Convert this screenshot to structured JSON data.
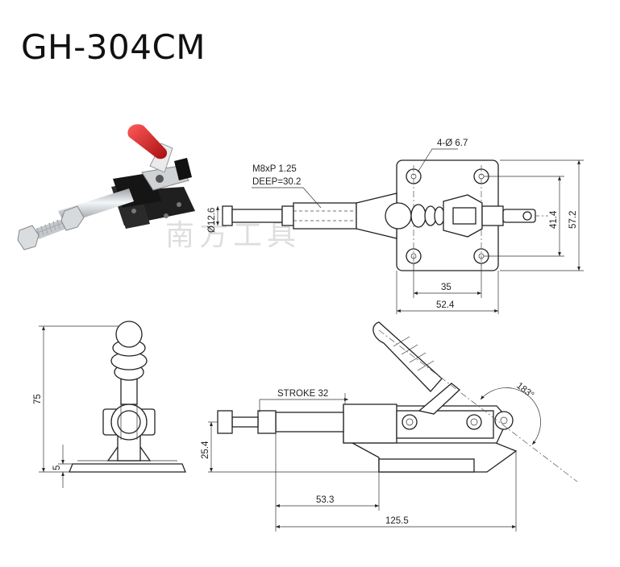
{
  "title": "GH-304CM",
  "watermark": "南方工具",
  "top_view": {
    "holes": "4-Ø 6.7",
    "thread": "M8xP 1.25",
    "deep": "DEEP=30.2",
    "dia": "Ø12.6",
    "w35": "35",
    "w52": "52.4",
    "h41": "41.4",
    "h57": "57.2"
  },
  "front_view": {
    "h75": "75",
    "h5": "5"
  },
  "side_view": {
    "stroke": "STROKE 32",
    "h25": "25.4",
    "l53": "53.3",
    "l125": "125.5",
    "angle": "183°"
  },
  "colors": {
    "handle": "#d22020",
    "body": "#1c1c1c",
    "rod": "#c8ccd0"
  }
}
